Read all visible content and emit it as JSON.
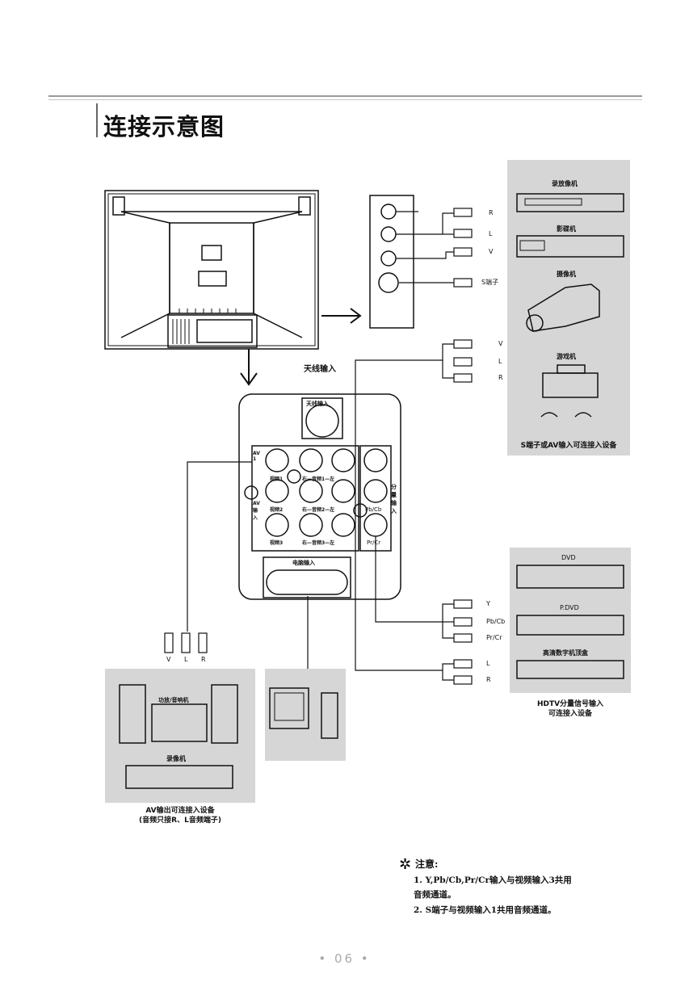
{
  "header": {
    "title": "连接示意图"
  },
  "panel_top_right": {
    "devices": [
      "录放像机",
      "影碟机",
      "摄像机",
      "游戏机"
    ],
    "caption": "S端子或AV输入可连接入设备"
  },
  "jacks_top": {
    "labels": [
      "R",
      "L",
      "V",
      "S端子"
    ]
  },
  "jacks_mid": {
    "labels": [
      "V",
      "L",
      "R"
    ]
  },
  "antenna_label": "天线输入",
  "panel": {
    "antenna": "天线输入",
    "av_labels": [
      "视频1",
      "视频2",
      "视频3"
    ],
    "audio_labels": [
      "右—音频1—左",
      "右—音频2—左",
      "右—音频3—左"
    ],
    "av_side_1": "AV 1",
    "av_side_2": "AV 输入",
    "component_side": "分量输入",
    "pb": "Pb/Cb",
    "pr": "Pr/Cr",
    "vga": "电脑输入"
  },
  "panel_right_mid": {
    "devices": [
      "DVD",
      "P.DVD",
      "高清数字机顶盒"
    ],
    "caption_line1": "HDTV分量信号输入",
    "caption_line2": "可连接入设备"
  },
  "jacks_comp": {
    "labels": [
      "Y",
      "Pb/Cb",
      "Pr/Cr",
      "L",
      "R"
    ]
  },
  "jacks_out": {
    "labels": [
      "V",
      "L",
      "R"
    ]
  },
  "panel_bottom_left": {
    "devices": [
      "功放/音响机",
      "录像机"
    ],
    "caption_line1": "AV输出可连接入设备",
    "caption_line2": "(音频只接R、L音频端子)"
  },
  "note": {
    "title": "注意:",
    "line1": "1. Y,Pb/Cb,Pr/Cr输入与视频输入3共用",
    "line2": "音频通道。",
    "line3": "2. S端子与视频输入1共用音频通道。"
  },
  "footer": {
    "page": "• 06 •"
  }
}
